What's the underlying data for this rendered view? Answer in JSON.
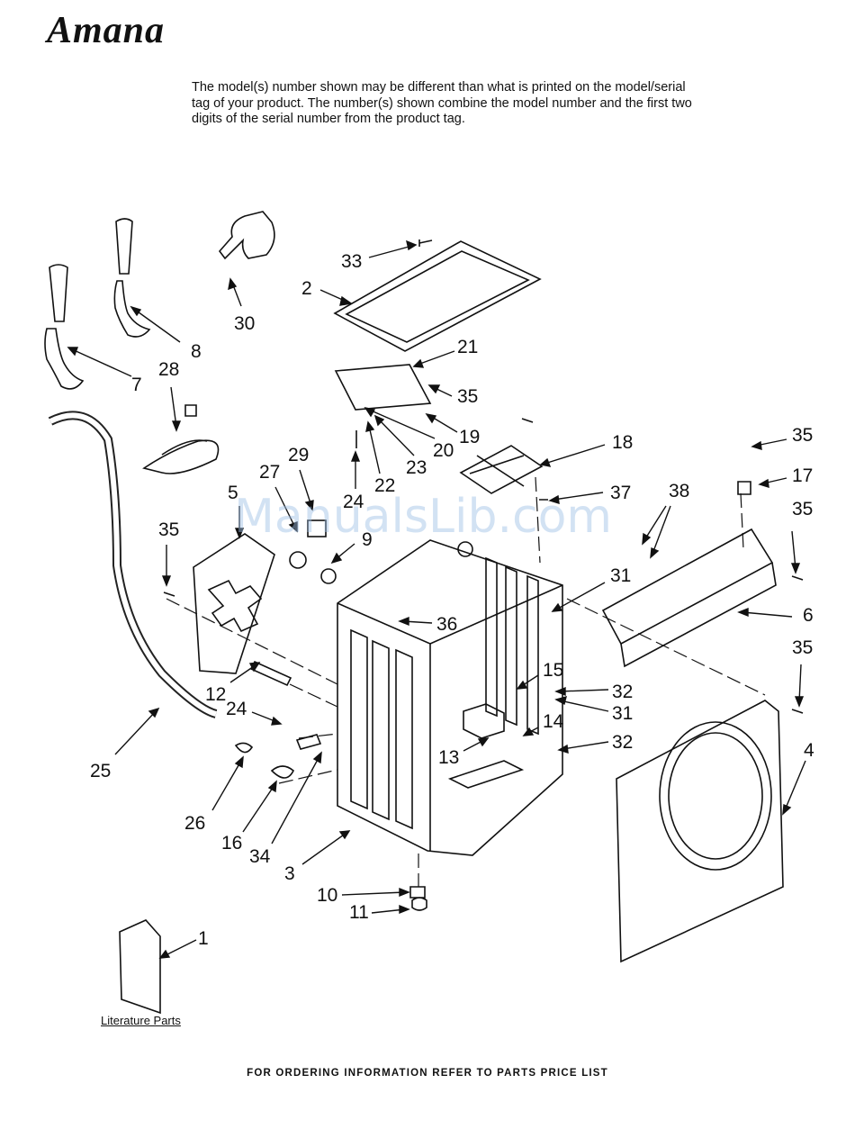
{
  "brand": {
    "logo_text": "Amana"
  },
  "disclaimer": "The model(s) number shown may be different than what is printed on the model/serial tag of your product. The number(s) shown combine the model number and the first two digits of the serial number from the product tag.",
  "literature_caption": "Literature Parts",
  "footer_note": "FOR ORDERING INFORMATION REFER TO PARTS PRICE LIST",
  "watermark": "ManualsLib.com",
  "callouts": [
    "33",
    "2",
    "30",
    "8",
    "7",
    "28",
    "21",
    "35",
    "19",
    "20",
    "23",
    "22",
    "24",
    "29",
    "27",
    "5",
    "35",
    "9",
    "18",
    "37",
    "38",
    "35",
    "17",
    "35",
    "6",
    "31",
    "36",
    "15",
    "32",
    "31",
    "14",
    "32",
    "35",
    "4",
    "12",
    "24",
    "25",
    "13",
    "26",
    "16",
    "34",
    "3",
    "10",
    "11",
    "1"
  ]
}
